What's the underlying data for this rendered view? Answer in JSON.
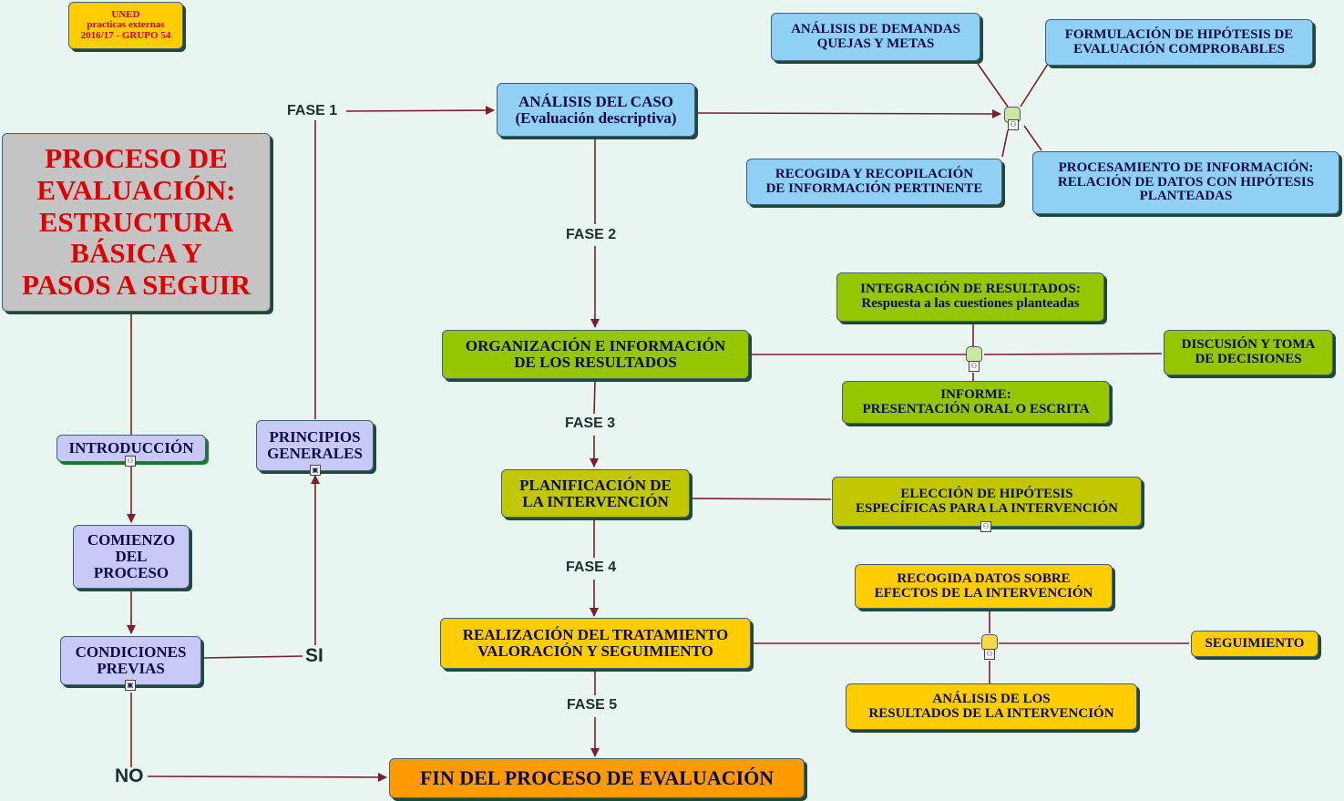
{
  "header_badge": {
    "line1": "UNED",
    "line2": "practicas externas",
    "line3": "2016/17 - GRUPO 54"
  },
  "title": {
    "line1": "PROCESO DE",
    "line2": "EVALUACIÓN:",
    "line3": "ESTRUCTURA",
    "line4": "BÁSICA Y",
    "line5": "PASOS A SEGUIR"
  },
  "left_column": {
    "intro": "INTRODUCCIÓN",
    "start": {
      "line1": "COMIENZO",
      "line2": "DEL",
      "line3": "PROCESO"
    },
    "conditions": {
      "line1": "CONDICIONES",
      "line2": "PREVIAS"
    },
    "principles": {
      "line1": "PRINCIPIOS",
      "line2": "GENERALES"
    },
    "yes": "SI",
    "no": "NO"
  },
  "phase_labels": {
    "f1": "FASE 1",
    "f2": "FASE 2",
    "f3": "FASE 3",
    "f4": "FASE 4",
    "f5": "FASE 5"
  },
  "center": {
    "analysis": {
      "line1": "ANÁLISIS DEL CASO",
      "line2": "(Evaluación descriptiva)"
    },
    "organization": {
      "line1": "ORGANIZACIÓN E INFORMACIÓN",
      "line2": "DE LOS RESULTADOS"
    },
    "planning": {
      "line1": "PLANIFICACIÓN DE",
      "line2": "LA INTERVENCIÓN"
    },
    "treatment": {
      "line1": "REALIZACIÓN DEL TRATAMIENTO",
      "line2": "VALORACIÓN Y SEGUIMIENTO"
    },
    "end": "FIN DEL PROCESO DE EVALUACIÓN"
  },
  "right": {
    "demands": {
      "line1": "ANÁLISIS DE DEMANDAS",
      "line2": "QUEJAS Y METAS"
    },
    "hypothesis": {
      "line1": "FORMULACIÓN DE HIPÓTESIS DE",
      "line2": "EVALUACIÓN COMPROBABLES"
    },
    "collection": {
      "line1": "RECOGIDA Y RECOPILACIÓN",
      "line2": "DE INFORMACIÓN PERTINENTE"
    },
    "processing": {
      "line1": "PROCESAMIENTO DE  INFORMACIÓN:",
      "line2": "RELACIÓN DE DATOS CON HIPÓTESIS",
      "line3": "PLANTEADAS"
    },
    "integration": {
      "line1": "INTEGRACIÓN DE RESULTADOS:",
      "line2": "Respuesta a las cuestiones planteadas"
    },
    "discussion": {
      "line1": "DISCUSIÓN Y TOMA",
      "line2": "DE DECISIONES"
    },
    "report": {
      "line1": "INFORME:",
      "line2": "PRESENTACIÓN ORAL O ESCRITA"
    },
    "specific_hyp": {
      "line1": "ELECCIÓN DE HIPÓTESIS",
      "line2": "ESPECÍFICAS PARA LA INTERVENCIÓN"
    },
    "effects": {
      "line1": "RECOGIDA DATOS SOBRE",
      "line2": "EFECTOS DE LA INTERVENCIÓN"
    },
    "followup": "SEGUIMIENTO",
    "results_analysis": {
      "line1": "ANÁLISIS DE LOS",
      "line2": "RESULTADOS DE LA INTERVENCIÓN"
    }
  },
  "colors": {
    "connector": "#7a1f2e",
    "background": "#e9f5f0",
    "title_text": "#e00000"
  }
}
